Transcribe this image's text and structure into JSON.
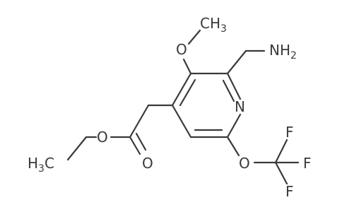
{
  "molecule": {
    "atoms": {
      "ch3_top": {
        "symbol": "CH",
        "subscript": "3"
      },
      "o_methoxy": {
        "symbol": "O"
      },
      "nh2": {
        "symbol": "NH",
        "subscript": "2"
      },
      "n_ring": {
        "symbol": "N"
      },
      "o_ester": {
        "symbol": "O"
      },
      "o_carbonyl": {
        "symbol": "O"
      },
      "h3c": {
        "symbol": "H",
        "subscript": "3",
        "suffix": "C"
      },
      "o_ocf3": {
        "symbol": "O"
      },
      "f1": {
        "symbol": "F"
      },
      "f2": {
        "symbol": "F"
      },
      "f3": {
        "symbol": "F"
      }
    }
  }
}
